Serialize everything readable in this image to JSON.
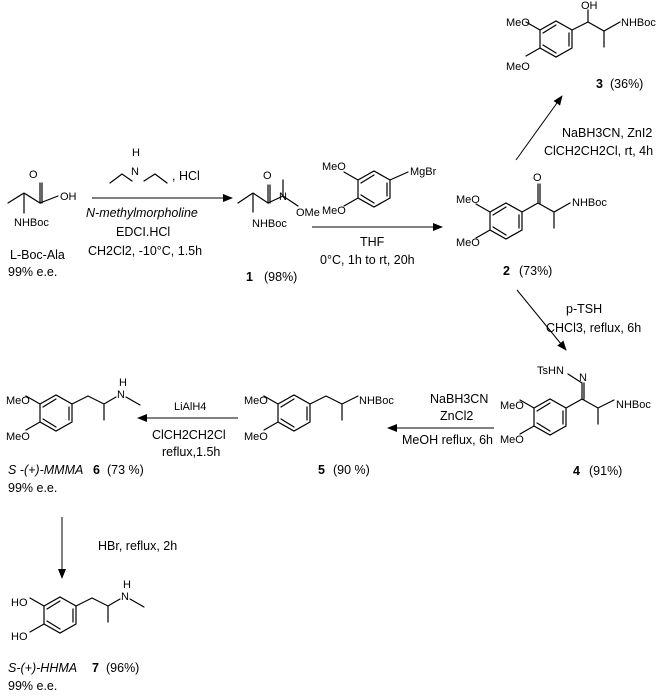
{
  "reagents": {
    "amine_salt": ", HCl",
    "base": "N-methylmorpholine",
    "coupling": "EDCI.HCl",
    "solvent_temp_time": "CH2Cl2, -10°C, 1.5h",
    "thf": "THF",
    "grignard_temp": "0°C, 1h to rt, 20h",
    "red1": "NaBH3CN, ZnI2",
    "red1_cond": "ClCH2CH2Cl, rt, 4h",
    "tsh": "p-TSH",
    "tsh_cond": "CHCl3, reflux, 6h",
    "red2": "NaBH3CN",
    "red2_lewis": "ZnCl2",
    "red2_cond": "MeOH reflux, 6h",
    "lialh4": "LiAlH4",
    "lialh4_solv": "ClCH2CH2Cl",
    "lialh4_cond": "reflux,1.5h",
    "hbr": "HBr, reflux, 2h"
  },
  "compounds": {
    "start_name": "L-Boc-Ala",
    "start_ee": "99% e.e.",
    "c1_num": "1",
    "c1_yield": "(98%)",
    "c2_num": "2",
    "c2_yield": "(73%)",
    "c3_num": "3",
    "c3_yield": "(36%)",
    "c4_num": "4",
    "c4_yield": "(91%)",
    "c5_num": "5",
    "c5_yield": "(90 %)",
    "c6_name": "S -(+)-MMMA",
    "c6_num": "6",
    "c6_yield": "(73 %)",
    "c6_ee": "99% e.e.",
    "c7_name": "S-(+)-HHMA",
    "c7_num": "7",
    "c7_yield": "(96%)",
    "c7_ee": "99% e.e."
  },
  "atoms": {
    "oh": "OH",
    "o": "O",
    "nhboc": "NHBoc",
    "ome": "OMe",
    "meo": "MeO",
    "n": "N",
    "mgbr": "MgBr",
    "tshn": "TsHN",
    "nh": "N",
    "ho": "HO"
  }
}
